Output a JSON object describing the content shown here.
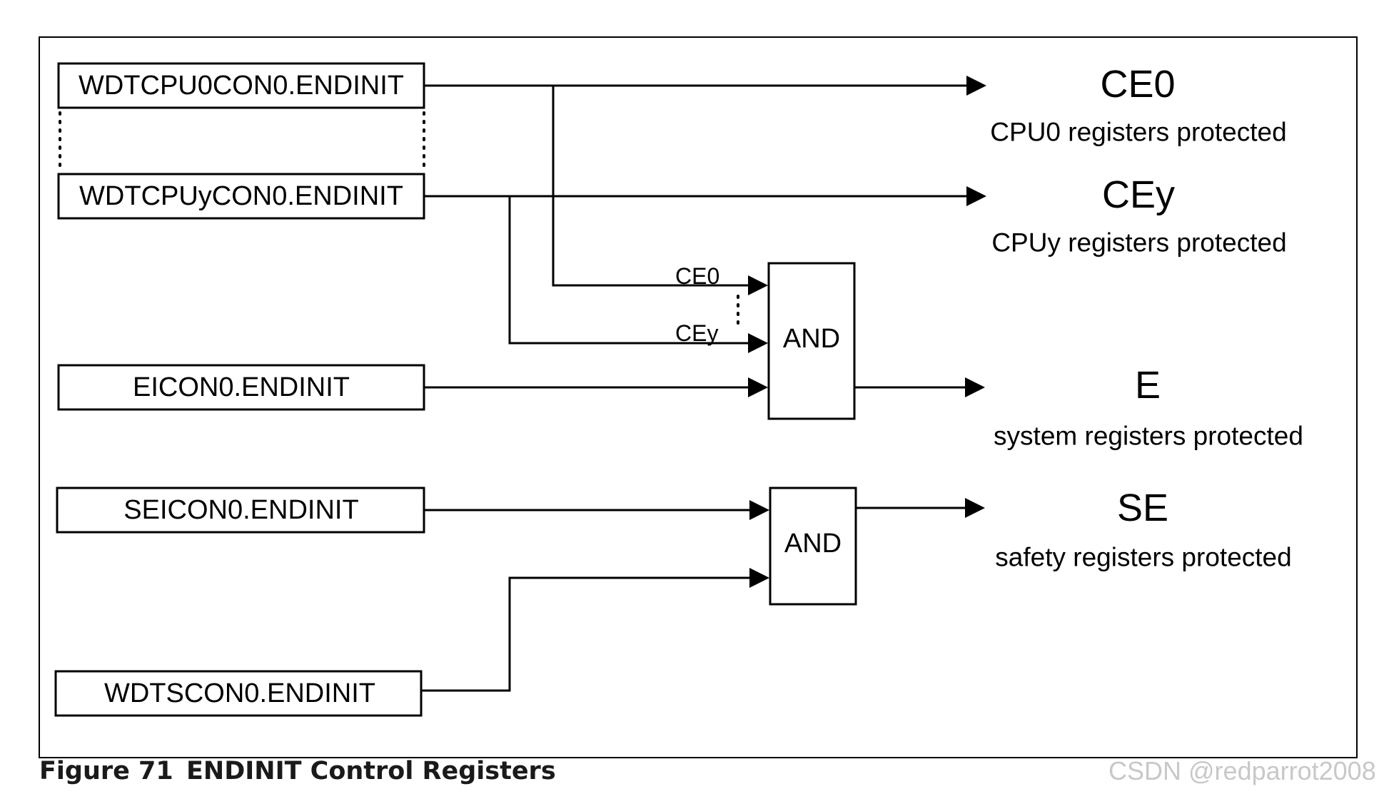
{
  "registers": {
    "wdtcpu0": "WDTCPU0CON0.ENDINIT",
    "wdtcpuy": "WDTCPUyCON0.ENDINIT",
    "eicon": "EICON0.ENDINIT",
    "seicon": "SEICON0.ENDINIT",
    "wdtscon": "WDTSCON0.ENDINIT"
  },
  "gates": {
    "and1": "AND",
    "and2": "AND"
  },
  "gate_inputs": {
    "ce0": "CE0",
    "cey": "CEy"
  },
  "outputs": {
    "ce0": {
      "title": "CE0",
      "desc": "CPU0 registers protected"
    },
    "cey": {
      "title": "CEy",
      "desc": "CPUy registers protected"
    },
    "e": {
      "title": "E",
      "desc": "system registers protected"
    },
    "se": {
      "title": "SE",
      "desc": "safety registers protected"
    }
  },
  "caption": {
    "number": "Figure 71",
    "title": "ENDINIT Control Registers"
  },
  "watermark": "CSDN @redparrot2008"
}
